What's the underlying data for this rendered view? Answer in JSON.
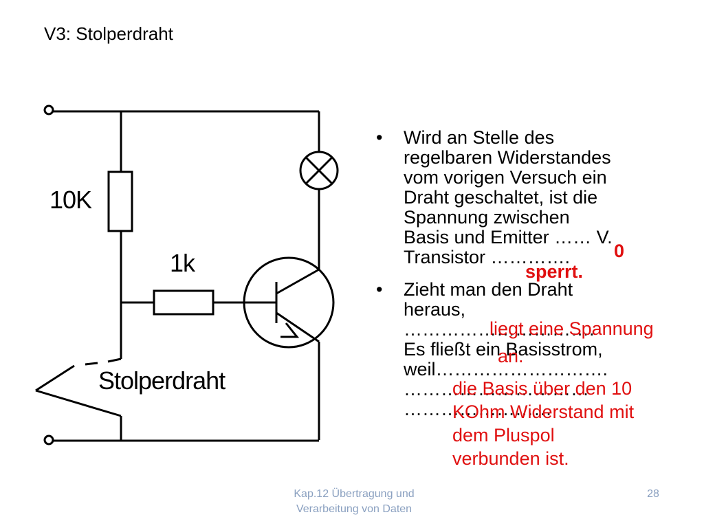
{
  "slide": {
    "title": "V3: Stolperdraht",
    "labels": {
      "resistor_top": "10K",
      "resistor_base": "1k",
      "tripwire": "Stolperdraht"
    },
    "bullet1": {
      "lines": [
        "Wird an Stelle des",
        "regelbaren Widerstandes",
        "vom vorigen Versuch ein",
        "Draht geschaltet, ist die",
        "Spannung zwischen",
        "Basis und Emitter …… V.",
        "Transistor …………."
      ]
    },
    "bullet2": {
      "lines": [
        "Zieht man den Draht",
        "heraus,",
        "………………………….",
        "Es fließt ein Basisstrom,",
        "weil……………………….",
        "…………………………",
        "……………………"
      ]
    },
    "answers": {
      "voltage": "0",
      "state": "sperrt.",
      "applied_l1": "liegt eine Spannung",
      "applied_l2": "an.",
      "reason": [
        "die Basis über den 10",
        "KOhm Widerstand mit",
        "dem Pluspol",
        "verbunden ist."
      ]
    },
    "footer": {
      "line1": "Kap.12 Übertragung und",
      "line2": "Verarbeitung von Daten",
      "page": "28"
    },
    "colors": {
      "answer": "#e01010",
      "footer": "#8aa0c0"
    }
  }
}
